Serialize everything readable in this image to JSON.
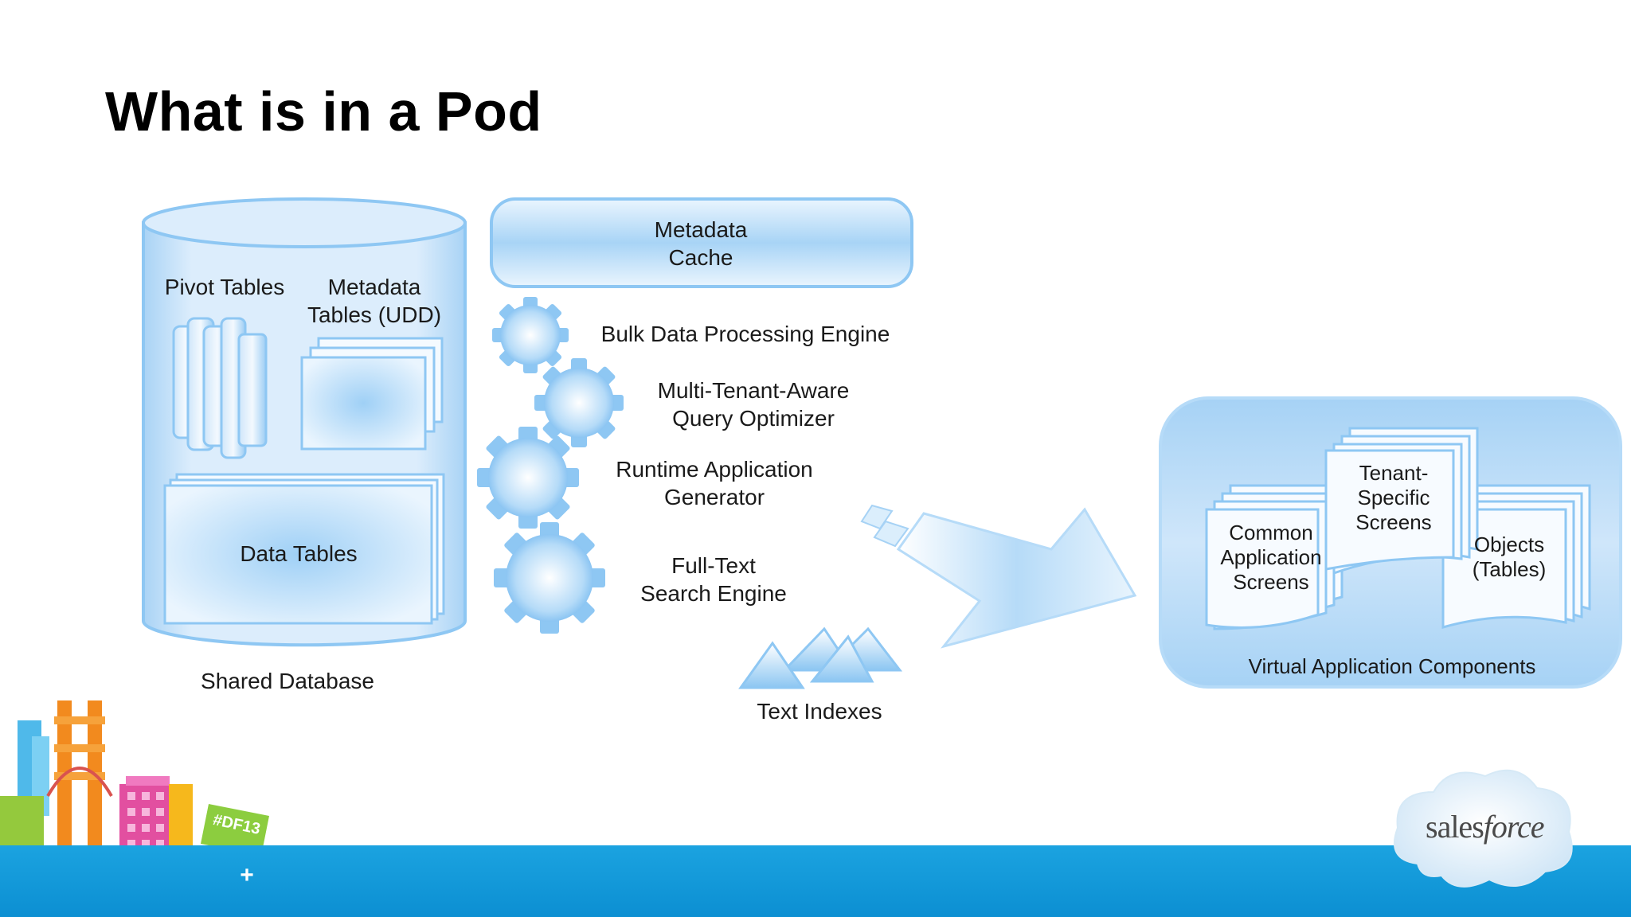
{
  "slide": {
    "title": "What is in a Pod"
  },
  "shared_database": {
    "pivot_tables": "Pivot Tables",
    "metadata_tables_line1": "Metadata",
    "metadata_tables_line2": "Tables (UDD)",
    "data_tables": "Data Tables",
    "caption": "Shared Database"
  },
  "metadata_cache": {
    "line1": "Metadata",
    "line2": "Cache"
  },
  "engines": {
    "bulk": "Bulk Data Processing Engine",
    "optimizer_line1": "Multi-Tenant-Aware",
    "optimizer_line2": "Query Optimizer",
    "runtime_line1": "Runtime Application",
    "runtime_line2": "Generator",
    "search_line1": "Full-Text",
    "search_line2": "Search Engine",
    "text_indexes": "Text Indexes"
  },
  "virtual_components": {
    "common_line1": "Common",
    "common_line2": "Application",
    "common_line3": "Screens",
    "tenant_line1": "Tenant-",
    "tenant_line2": "Specific",
    "tenant_line3": "Screens",
    "objects_line1": "Objects",
    "objects_line2": "(Tables)",
    "caption": "Virtual Application Components"
  },
  "branding": {
    "logo_part1": "sales",
    "logo_part2": "force",
    "badge": "#DF13",
    "badge_plus": "+"
  },
  "colors": {
    "light_blue": "#cfe6fa",
    "mid_blue": "#8ec7f3",
    "band_blue": "#1ba3e0"
  }
}
